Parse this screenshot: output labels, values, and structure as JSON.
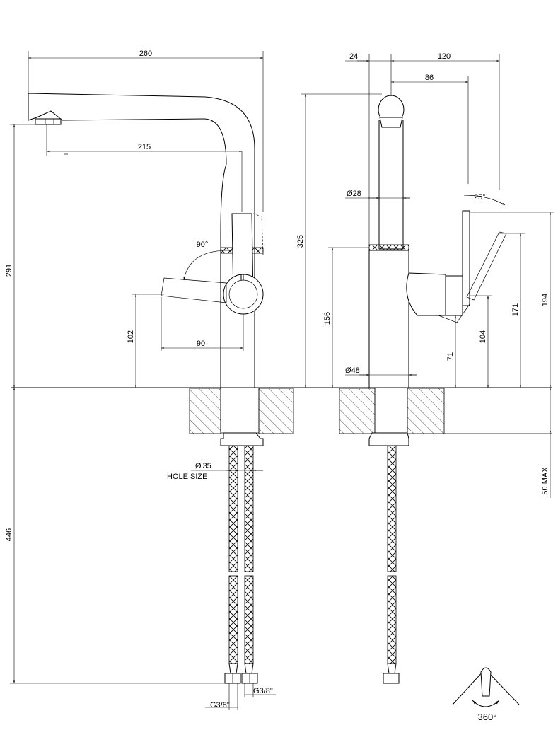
{
  "dimensions": {
    "left_width": "260",
    "spout_reach": "215",
    "height_total": "291",
    "lever_angle": "90°",
    "lever_height": "102",
    "lever_reach": "90",
    "hole_diameter": "35",
    "hole_label": "HOLE SIZE",
    "hose_length": "446",
    "thread_right": "G3/8\"",
    "thread_left": "G3/8\"",
    "side_24": "24",
    "side_120": "120",
    "side_86": "86",
    "side_diam_28": "28",
    "side_angle": "25°",
    "side_325": "325",
    "side_156": "156",
    "side_diam_48": "48",
    "side_71": "71",
    "side_104": "104",
    "side_171": "171",
    "side_194": "194",
    "side_50max": "50 MAX",
    "rotation": "360°"
  },
  "symbols": {
    "diameter": "Ø"
  },
  "icons": {
    "rotation": "rotation-arrow-icon"
  }
}
